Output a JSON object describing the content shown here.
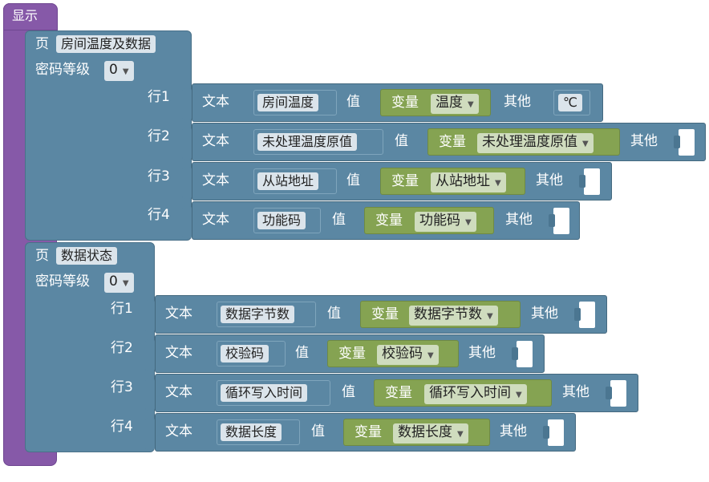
{
  "display": {
    "title": "显示"
  },
  "pages": [
    {
      "page_label": "页",
      "name": "房间温度及数据",
      "pwd_label": "密码等级",
      "pwd_value": "0",
      "rows": [
        {
          "row_label": "行1",
          "text_label": "文本",
          "text_value": "房间温度",
          "value_label": "值",
          "var_label": "变量",
          "var_value": "温度",
          "else_label": "其他",
          "else_value": "℃"
        },
        {
          "row_label": "行2",
          "text_label": "文本",
          "text_value": "未处理温度原值",
          "value_label": "值",
          "var_label": "变量",
          "var_value": "未处理温度原值",
          "else_label": "其他",
          "else_value": ""
        },
        {
          "row_label": "行3",
          "text_label": "文本",
          "text_value": "从站地址",
          "value_label": "值",
          "var_label": "变量",
          "var_value": "从站地址",
          "else_label": "其他",
          "else_value": ""
        },
        {
          "row_label": "行4",
          "text_label": "文本",
          "text_value": "功能码",
          "value_label": "值",
          "var_label": "变量",
          "var_value": "功能码",
          "else_label": "其他",
          "else_value": ""
        }
      ]
    },
    {
      "page_label": "页",
      "name": "数据状态",
      "pwd_label": "密码等级",
      "pwd_value": "0",
      "rows": [
        {
          "row_label": "行1",
          "text_label": "文本",
          "text_value": "数据字节数",
          "value_label": "值",
          "var_label": "变量",
          "var_value": "数据字节数",
          "else_label": "其他",
          "else_value": ""
        },
        {
          "row_label": "行2",
          "text_label": "文本",
          "text_value": "校验码",
          "value_label": "值",
          "var_label": "变量",
          "var_value": "校验码",
          "else_label": "其他",
          "else_value": ""
        },
        {
          "row_label": "行3",
          "text_label": "文本",
          "text_value": "循环写入时间",
          "value_label": "值",
          "var_label": "变量",
          "var_value": "循环写入时间",
          "else_label": "其他",
          "else_value": ""
        },
        {
          "row_label": "行4",
          "text_label": "文本",
          "text_value": "数据长度",
          "value_label": "值",
          "var_label": "变量",
          "var_value": "数据长度",
          "else_label": "其他",
          "else_value": ""
        }
      ]
    }
  ],
  "colors": {
    "display_block": "#8659a8",
    "text_block": "#5b87a3",
    "variable_block": "#85a352"
  },
  "icons": {
    "dropdown": "dropdown-caret-icon"
  }
}
